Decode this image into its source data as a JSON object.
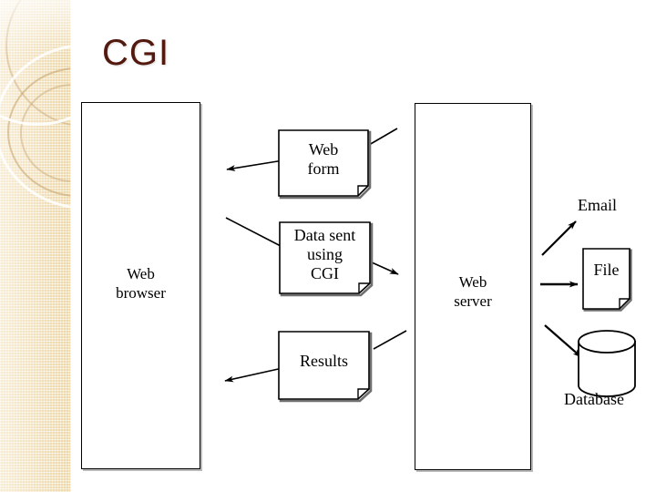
{
  "slide": {
    "title": "CGI",
    "title_color": "#53190f",
    "background_color": "#ffffff",
    "sidebar_color": "#f1e0bb"
  },
  "nodes": {
    "browser": {
      "label_line1": "Web",
      "label_line2": "browser"
    },
    "server": {
      "label_line1": "Web",
      "label_line2": "server"
    },
    "web_form": {
      "line1": "Web",
      "line2": "form"
    },
    "data_sent": {
      "line1": "Data sent",
      "line2": "using",
      "line3": "CGI"
    },
    "results": {
      "line1": "Results"
    },
    "email": {
      "label": "Email"
    },
    "file": {
      "label": "File"
    },
    "database": {
      "label": "Database"
    }
  },
  "flows": [
    {
      "name": "server-to-browser-web-form",
      "from": "Web server",
      "to": "Web browser",
      "via": "Web form",
      "direction": "left"
    },
    {
      "name": "browser-to-server-cgi",
      "from": "Web browser",
      "to": "Web server",
      "via": "Data sent using CGI",
      "direction": "right"
    },
    {
      "name": "server-to-browser-results",
      "from": "Web server",
      "to": "Web browser",
      "via": "Results",
      "direction": "left"
    },
    {
      "name": "server-to-email",
      "from": "Web server",
      "to": "Email",
      "direction": "up-right"
    },
    {
      "name": "server-to-file",
      "from": "Web server",
      "to": "File",
      "direction": "right"
    },
    {
      "name": "server-to-database",
      "from": "Web server",
      "to": "Database",
      "direction": "down-right"
    }
  ]
}
